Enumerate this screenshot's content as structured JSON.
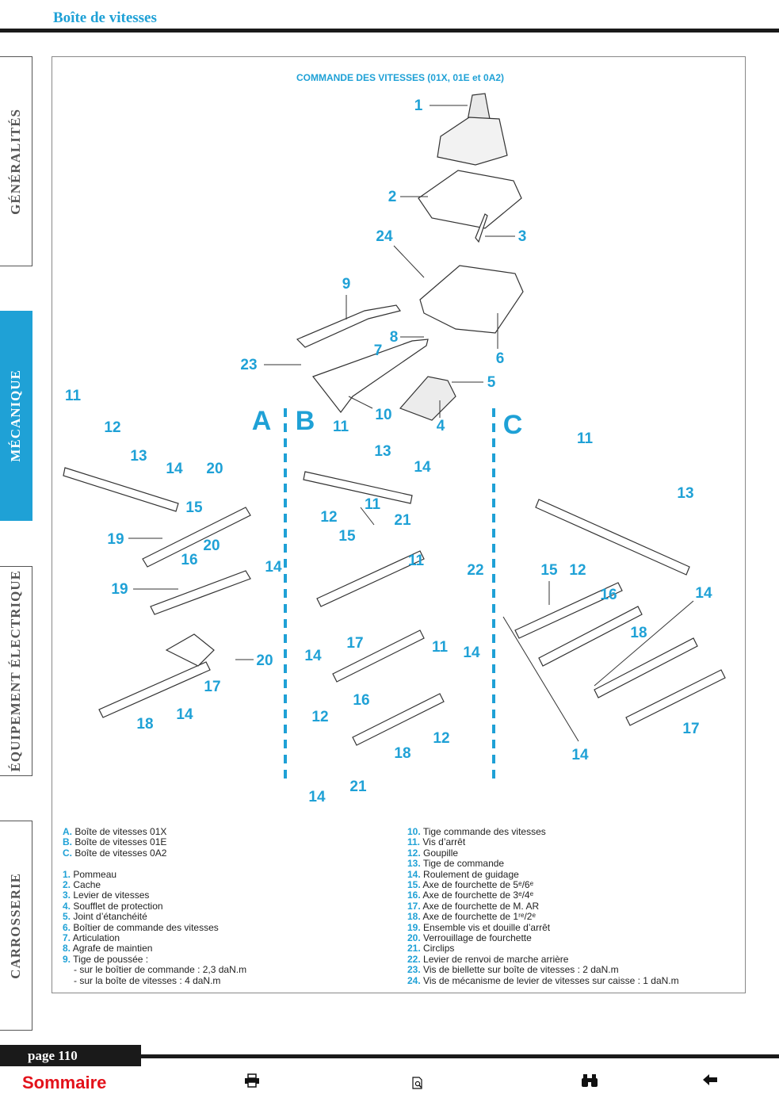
{
  "header": {
    "title": "Boîte de vitesses"
  },
  "side_tabs": [
    {
      "label": "GÉNÉRALITÉS",
      "active": false
    },
    {
      "label": "MÉCANIQUE",
      "active": true
    },
    {
      "label": "ÉQUIPEMENT ÉLECTRIQUE",
      "active": false
    },
    {
      "label": "CARROSSERIE",
      "active": false
    }
  ],
  "figure": {
    "title": "COMMANDE DES VITESSES (01X, 01E et 0A2)",
    "sections": {
      "a": "A",
      "b": "B",
      "c": "C"
    },
    "callouts": [
      {
        "text": "1"
      },
      {
        "text": "2"
      },
      {
        "text": "3"
      },
      {
        "text": "24"
      },
      {
        "text": "9"
      },
      {
        "text": "8"
      },
      {
        "text": "6"
      },
      {
        "text": "7"
      },
      {
        "text": "23"
      },
      {
        "text": "5"
      },
      {
        "text": "10"
      },
      {
        "text": "4"
      },
      {
        "text": "11"
      },
      {
        "text": "12"
      },
      {
        "text": "13"
      },
      {
        "text": "14"
      },
      {
        "text": "20"
      },
      {
        "text": "15"
      },
      {
        "text": "19"
      },
      {
        "text": "20"
      },
      {
        "text": "16"
      },
      {
        "text": "14"
      },
      {
        "text": "19"
      },
      {
        "text": "20"
      },
      {
        "text": "17"
      },
      {
        "text": "14"
      },
      {
        "text": "18"
      },
      {
        "text": "11"
      },
      {
        "text": "13"
      },
      {
        "text": "14"
      },
      {
        "text": "11"
      },
      {
        "text": "12"
      },
      {
        "text": "21"
      },
      {
        "text": "15"
      },
      {
        "text": "11"
      },
      {
        "text": "22"
      },
      {
        "text": "17"
      },
      {
        "text": "14"
      },
      {
        "text": "11"
      },
      {
        "text": "14"
      },
      {
        "text": "16"
      },
      {
        "text": "12"
      },
      {
        "text": "12"
      },
      {
        "text": "18"
      },
      {
        "text": "14"
      },
      {
        "text": "21"
      },
      {
        "text": "11"
      },
      {
        "text": "13"
      },
      {
        "text": "15"
      },
      {
        "text": "12"
      },
      {
        "text": "16"
      },
      {
        "text": "14"
      },
      {
        "text": "18"
      },
      {
        "text": "17"
      },
      {
        "text": "14"
      }
    ]
  },
  "legend": {
    "left": [
      {
        "key": "A.",
        "text": "Boîte de vitesses 01X"
      },
      {
        "key": "B.",
        "text": "Boîte de vitesses 01E"
      },
      {
        "key": "C.",
        "text": "Boîte de vitesses 0A2"
      },
      {
        "key": "",
        "text": ""
      },
      {
        "key": "1.",
        "text": "Pommeau"
      },
      {
        "key": "2.",
        "text": "Cache"
      },
      {
        "key": "3.",
        "text": "Levier de vitesses"
      },
      {
        "key": "4.",
        "text": "Soufflet de protection"
      },
      {
        "key": "5.",
        "text": "Joint d’étanchéité"
      },
      {
        "key": "6.",
        "text": "Boîtier de commande des vitesses"
      },
      {
        "key": "7.",
        "text": "Articulation"
      },
      {
        "key": "8.",
        "text": "Agrafe de maintien"
      },
      {
        "key": "9.",
        "text": "Tige de poussée :"
      },
      {
        "key": "",
        "text": "- sur le boîtier de commande : 2,3 daN.m"
      },
      {
        "key": "",
        "text": "- sur la boîte de vitesses : 4 daN.m"
      }
    ],
    "right": [
      {
        "key": "10.",
        "text": "Tige commande des vitesses"
      },
      {
        "key": "11.",
        "text": "Vis d’arrêt"
      },
      {
        "key": "12.",
        "text": "Goupille"
      },
      {
        "key": "13.",
        "text": "Tige de commande"
      },
      {
        "key": "14.",
        "text": "Roulement de guidage"
      },
      {
        "key": "15.",
        "text": "Axe de fourchette de 5ᵉ/6ᵉ"
      },
      {
        "key": "16.",
        "text": "Axe de fourchette de 3ᵉ/4ᵉ"
      },
      {
        "key": "17.",
        "text": "Axe de fourchette de M. AR"
      },
      {
        "key": "18.",
        "text": "Axe de fourchette de 1ʳᵉ/2ᵉ"
      },
      {
        "key": "19.",
        "text": "Ensemble vis et douille d’arrêt"
      },
      {
        "key": "20.",
        "text": "Verrouillage de fourchette"
      },
      {
        "key": "21.",
        "text": "Circlips"
      },
      {
        "key": "22.",
        "text": "Levier de renvoi de marche arrière"
      },
      {
        "key": "23.",
        "text": "Vis de biellette sur boîte de vitesses : 2 daN.m"
      },
      {
        "key": "24.",
        "text": "Vis de mécanisme de levier de vitesses sur caisse : 1 daN.m"
      }
    ]
  },
  "footer": {
    "page_label": "page 110",
    "sommaire": "Sommaire",
    "icons": [
      "print-icon",
      "document-search-icon",
      "binoculars-icon",
      "back-arrow-icon"
    ]
  },
  "colors": {
    "accent": "#1fa1d6",
    "link": "#e3121b",
    "rule": "#1a1a1a"
  }
}
